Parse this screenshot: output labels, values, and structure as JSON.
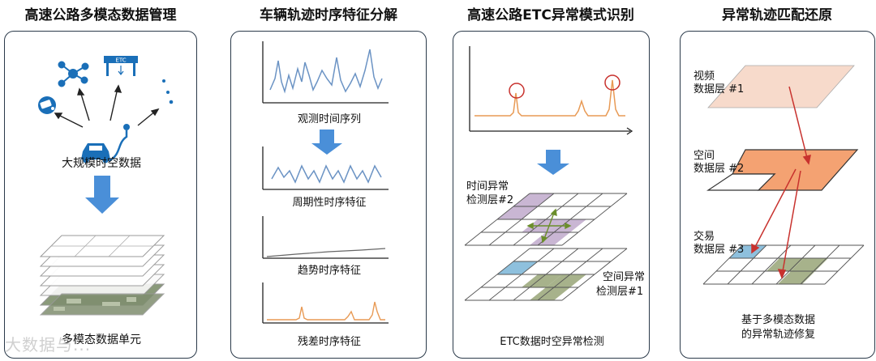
{
  "panels": [
    {
      "title": "高速公路多模态数据管理",
      "etc_sign": "ETC",
      "label_top": "大规模时空数据",
      "label_bottom": "多模态数据单元"
    },
    {
      "title": "车辆轨迹时序特征分解",
      "series": [
        "观测时间序列",
        "周期性时序特征",
        "趋势时序特征",
        "残差时序特征"
      ]
    },
    {
      "title": "高速公路ETC异常模式识别",
      "layer_time": [
        "时间异常",
        "检测层#2"
      ],
      "layer_space": [
        "空间异常",
        "检测层#1"
      ],
      "caption": "ETC数据时空异常检测"
    },
    {
      "title": "异常轨迹匹配还原",
      "layers": [
        [
          "视频",
          "数据层 #1"
        ],
        [
          "空间",
          "数据层 #2"
        ],
        [
          "交易",
          "数据层 #3"
        ]
      ],
      "caption": [
        "基于多模态数据",
        "的异常轨迹修复"
      ]
    }
  ],
  "watermark": "大数据与...",
  "colors": {
    "arrow_blue": "#4a8fd8",
    "series_blue": "#6b93c4",
    "series_orange": "#e89a55",
    "layer_pink": "#f7dacb",
    "layer_orange": "#f4a272",
    "cell_blue": "#8ec0dd",
    "cell_green": "#a7b28b",
    "cell_purple": "#c9b6d3",
    "red_arrow": "#c8322e"
  }
}
